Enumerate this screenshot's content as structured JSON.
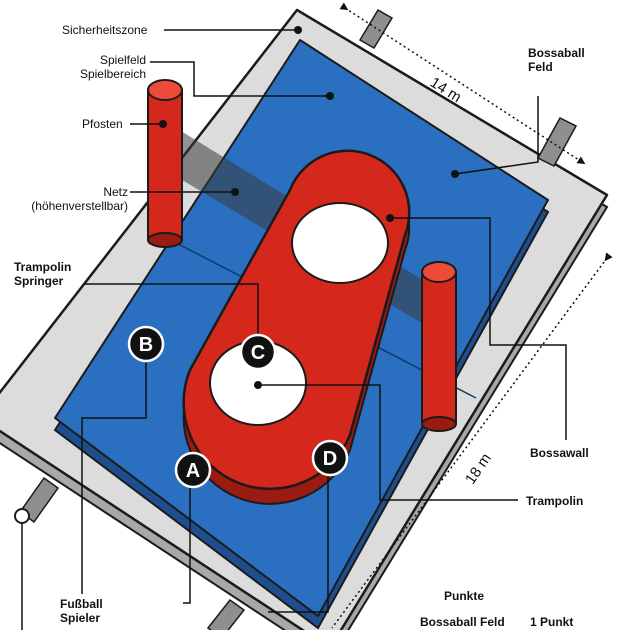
{
  "labels": {
    "sicherheitszone": "Sicherheitszone",
    "spielfeld": "Spielfeld",
    "spielbereich": "Spielbereich",
    "pfosten": "Pfosten",
    "netz": "Netz",
    "netz_sub": "(höhenverstellbar)",
    "trampolin_springer_1": "Trampolin",
    "trampolin_springer_2": "Springer",
    "bossaball_feld_1": "Bossaball",
    "bossaball_feld_2": "Feld",
    "bossawall": "Bossawall",
    "trampolin": "Trampolin",
    "fussball_1": "Fußball",
    "fussball_2": "Spieler"
  },
  "dimensions": {
    "length": "14 m",
    "width": "18 m"
  },
  "markers": {
    "a": "A",
    "b": "B",
    "c": "C",
    "d": "D"
  },
  "points": {
    "title": "Punkte",
    "rows": [
      {
        "zone": "Bossaball Feld",
        "value": "1 Punkt"
      }
    ]
  },
  "colors": {
    "court_blue": "#2a6fc0",
    "court_blue_dark": "#1d4f8e",
    "safety_zone": "#dcdcdc",
    "bossawall_red": "#d5281c",
    "bossawall_red_dark": "#9b1b12",
    "outline": "#1b1b1b"
  }
}
